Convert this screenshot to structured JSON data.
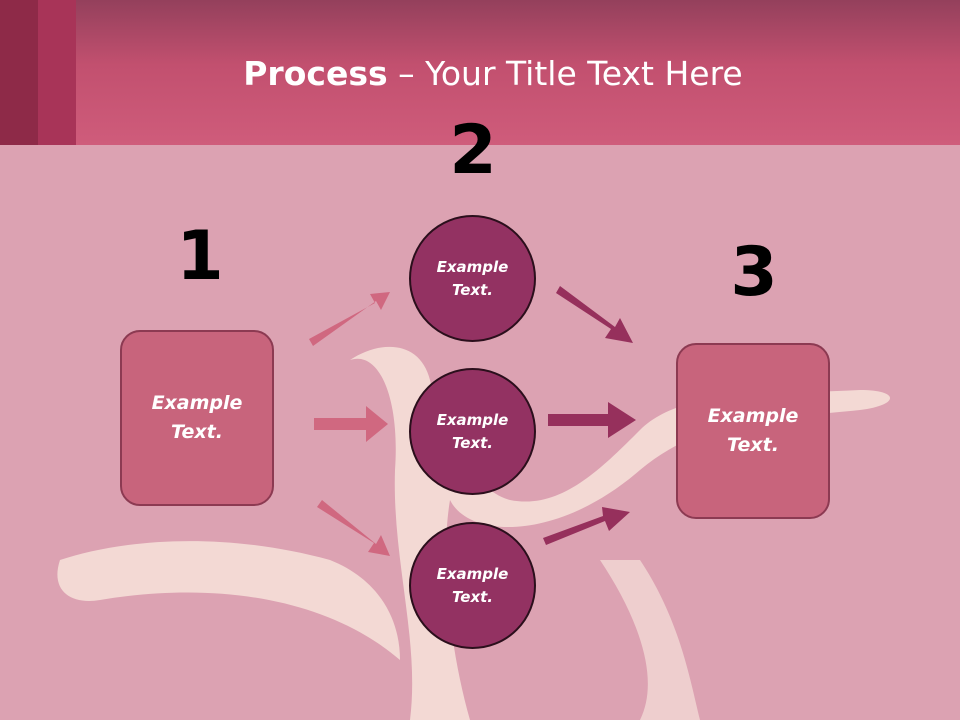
{
  "slide": {
    "title_bold": "Process",
    "title_rest": " – Your Title Text Here"
  },
  "steps": {
    "one": "1",
    "two": "2",
    "three": "3"
  },
  "nodes": {
    "left_box": "Example\nText.",
    "circle_top": "Example\nText.",
    "circle_middle": "Example\nText.",
    "circle_bottom": "Example\nText.",
    "right_box": "Example\nText."
  },
  "colors": {
    "header": "#c2506f",
    "box_fill": "#c8647c",
    "circle_fill": "#933262",
    "arrow_left": "#d06880",
    "arrow_right": "#96305c"
  }
}
